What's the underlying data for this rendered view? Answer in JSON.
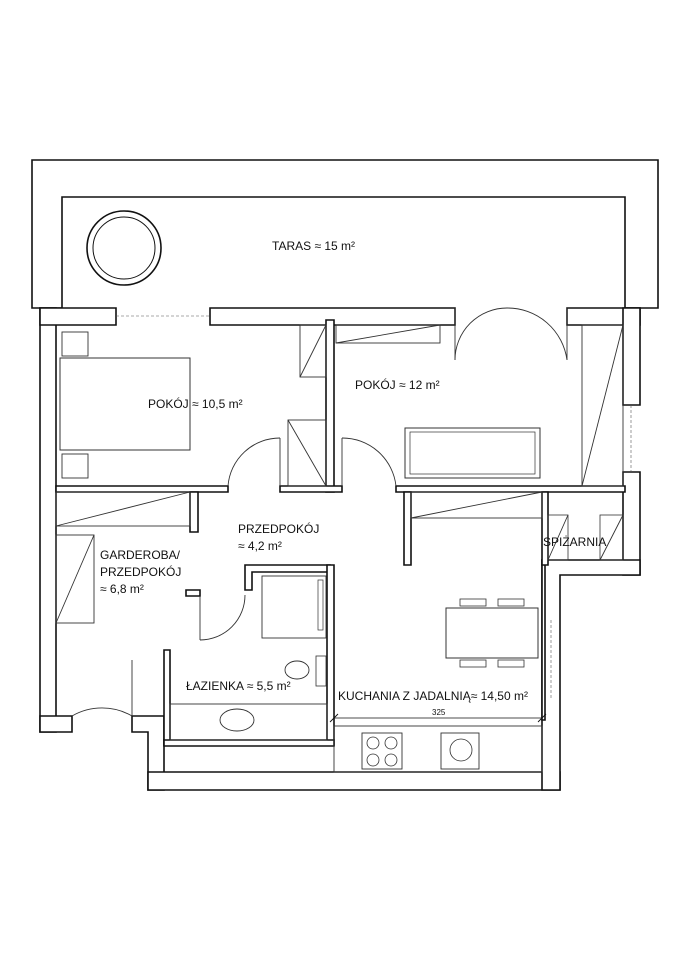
{
  "rooms": {
    "taras": "TARAS ≈ 15 m²",
    "pokoj1": "POKÓJ ≈ 10,5 m²",
    "pokoj2": "POKÓJ ≈ 12 m²",
    "przedpokoj_line1": "PRZEDPOKÓJ",
    "przedpokoj_line2": "≈ 4,2 m²",
    "garderoba_line1": "GARDEROBA/",
    "garderoba_line2": "PRZEDPOKÓJ",
    "garderoba_line3": "≈ 6,8 m²",
    "spizarnia": "SPIŻARNIA",
    "lazienka": "ŁAZIENKA ≈ 5,5 m²",
    "kuchnia": "KUCHANIA Z JADALNIĄ≈ 14,50 m²"
  },
  "dimensions": {
    "kitchen_width": "325"
  },
  "colors": {
    "wall": "#111111",
    "background": "#ffffff"
  }
}
